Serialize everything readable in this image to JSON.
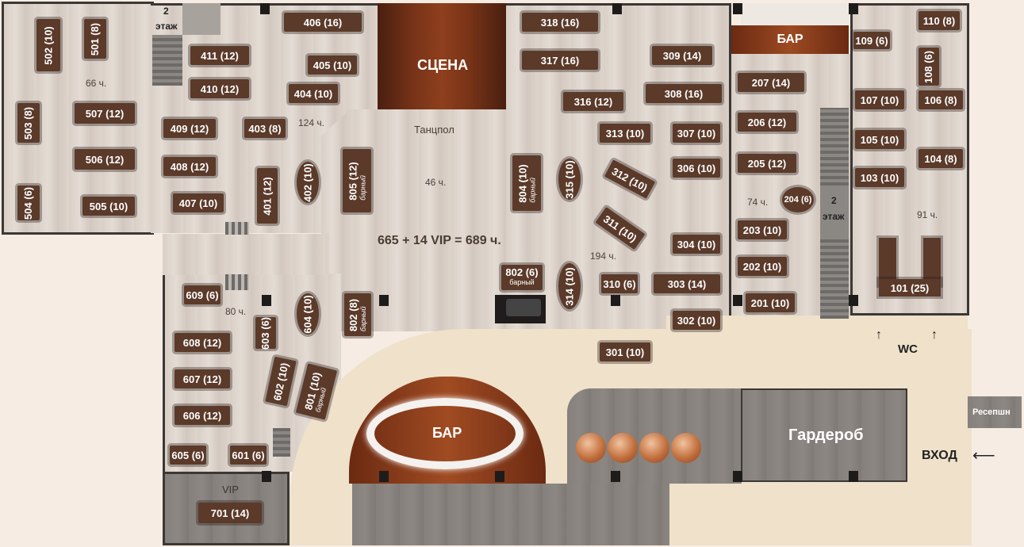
{
  "stage_label": "СЦЕНА",
  "dance_floor": {
    "label": "Танцпол",
    "count": "46 ч."
  },
  "total_capacity": "665 + 14 VIP = 689 ч.",
  "bars": {
    "top": "БАР",
    "center": "БАР"
  },
  "wardrobe": "Гардероб",
  "reception": "Ресепшн",
  "entrance": "ВХОД",
  "wc": "WC",
  "floor2_left": {
    "line1": "2",
    "line2": "этаж"
  },
  "floor2_right": {
    "line1": "2",
    "line2": "этаж"
  },
  "vip_label": "VIP",
  "hall_counts": {
    "h500": "66 ч.",
    "h400": "124 ч.",
    "h300": "194 ч.",
    "h200": "74 ч.",
    "h100": "91 ч.",
    "h600": "80 ч."
  },
  "tables": {
    "t502": "502 (10)",
    "t501": "501 (8)",
    "t503": "503 (8)",
    "t507": "507 (12)",
    "t506": "506 (12)",
    "t504": "504 (6)",
    "t505": "505 (10)",
    "t406": "406 (16)",
    "t411": "411 (12)",
    "t410": "410 (12)",
    "t405": "405 (10)",
    "t404": "404 (10)",
    "t409": "409 (12)",
    "t403": "403 (8)",
    "t408": "408 (12)",
    "t407": "407 (10)",
    "t401": "401 (12)",
    "t402": "402 (10)",
    "t805": "805 (12)",
    "t804": "804 (10)",
    "t802a": "802 (6)",
    "t802b": "802 (8)",
    "t801": "801 (10)",
    "barnyi": "барный",
    "t318": "318 (16)",
    "t317": "317 (16)",
    "t309": "309 (14)",
    "t308": "308 (16)",
    "t316": "316 (12)",
    "t313": "313 (10)",
    "t307": "307 (10)",
    "t312": "312 (10)",
    "t306": "306 (10)",
    "t315": "315 (10)",
    "t311": "311 (10)",
    "t304": "304 (10)",
    "t314": "314 (10)",
    "t310": "310 (6)",
    "t303": "303 (14)",
    "t302": "302 (10)",
    "t301": "301 (10)",
    "t207": "207 (14)",
    "t206": "206 (12)",
    "t205": "205 (12)",
    "t204": "204 (6)",
    "t203": "203 (10)",
    "t202": "202 (10)",
    "t201": "201 (10)",
    "t110": "110 (8)",
    "t109": "109 (6)",
    "t108": "108 (6)",
    "t107": "107 (10)",
    "t106": "106 (8)",
    "t105": "105 (10)",
    "t104": "104 (8)",
    "t103": "103 (10)",
    "t101": "101 (25)",
    "t609": "609 (6)",
    "t604": "604 (10)",
    "t603": "603 (6)",
    "t608": "608 (12)",
    "t607": "607 (12)",
    "t602": "602 (10)",
    "t606": "606 (12)",
    "t605": "605 (6)",
    "t601": "601 (6)",
    "t701": "701 (14)"
  }
}
